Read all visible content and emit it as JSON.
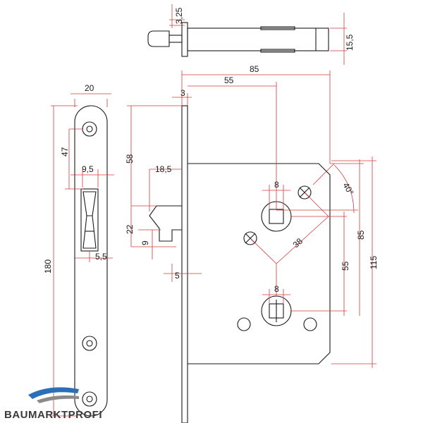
{
  "colors": {
    "outline": "#1a1a1a",
    "dimension": "#d33a3a",
    "logo_blue": "#2a6fb8",
    "logo_gray": "#8a8a8a"
  },
  "labels": {
    "d_3_25": "3,25",
    "d_15_5": "15,5",
    "d_85_top": "85",
    "d_55_top": "55",
    "d_3": "3",
    "d_20": "20",
    "d_47": "47",
    "d_58": "58",
    "d_18_5": "18,5",
    "d_9_5": "9,5",
    "d_22": "22",
    "d_9": "9",
    "d_5_5": "5,5",
    "d_180": "180",
    "d_5": "5",
    "d_8_top": "8",
    "d_8_bottom": "8",
    "d_38": "38",
    "d_40deg": "40°",
    "d_55_right": "55",
    "d_85_right": "85",
    "d_115": "115"
  },
  "brand": {
    "name": "BAUMARKTPROFI"
  }
}
